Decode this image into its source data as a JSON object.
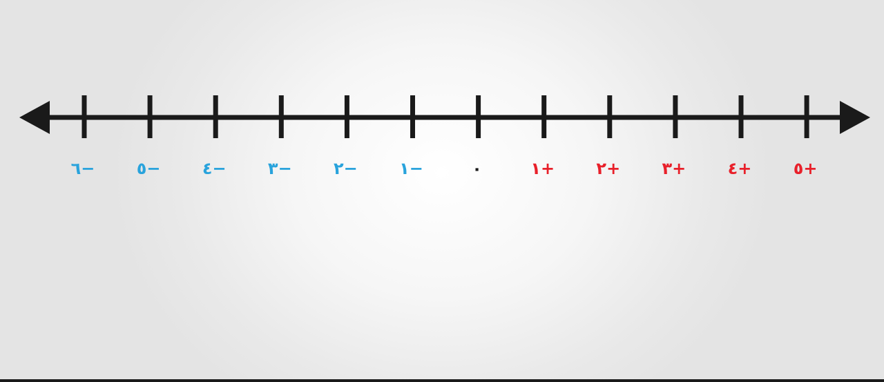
{
  "number_line": {
    "min": -6,
    "max": 5,
    "colors": {
      "line": "#1a1a1a",
      "negative": "#29a3dc",
      "zero": "#1a1a1a",
      "positive": "#e8202a"
    },
    "ticks": [
      {
        "value": -6,
        "label": "٦−",
        "sign": "negative"
      },
      {
        "value": -5,
        "label": "٥−",
        "sign": "negative"
      },
      {
        "value": -4,
        "label": "٤−",
        "sign": "negative"
      },
      {
        "value": -3,
        "label": "٣−",
        "sign": "negative"
      },
      {
        "value": -2,
        "label": "٢−",
        "sign": "negative"
      },
      {
        "value": -1,
        "label": "١−",
        "sign": "negative"
      },
      {
        "value": 0,
        "label": "٠",
        "sign": "zero"
      },
      {
        "value": 1,
        "label": "١+",
        "sign": "positive"
      },
      {
        "value": 2,
        "label": "٢+",
        "sign": "positive"
      },
      {
        "value": 3,
        "label": "٣+",
        "sign": "positive"
      },
      {
        "value": 4,
        "label": "٤+",
        "sign": "positive"
      },
      {
        "value": 5,
        "label": "٥+",
        "sign": "positive"
      }
    ]
  }
}
